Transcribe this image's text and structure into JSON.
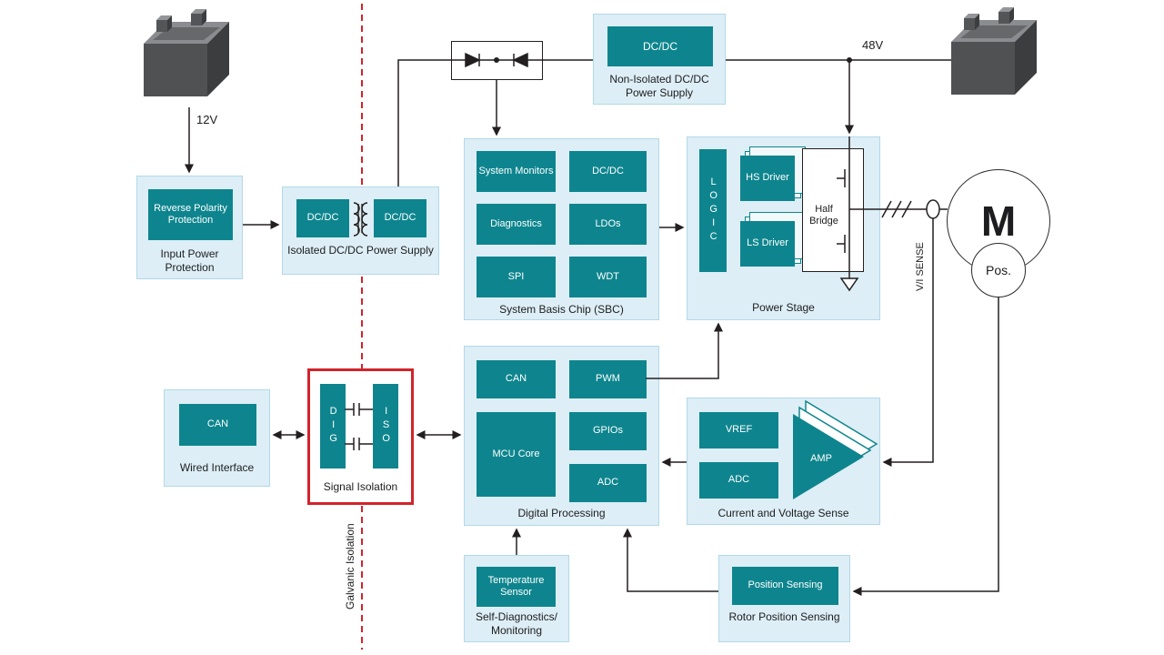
{
  "colors": {
    "teal": "#0e858e",
    "panel_bg": "#ddeef6",
    "panel_border": "#b2d9e8",
    "red": "#d2232a",
    "wire": "#231f20"
  },
  "labels": {
    "v12": "12V",
    "v48": "48V",
    "galvanic": "Galvanic Isolation",
    "vi_sense": "V/I SENSE"
  },
  "input_power": {
    "block": "Reverse Polarity Protection",
    "caption": "Input Power Protection"
  },
  "isolated": {
    "block1": "DC/DC",
    "block2": "DC/DC",
    "caption": "Isolated DC/DC Power Supply"
  },
  "non_isolated": {
    "block": "DC/DC",
    "caption": "Non-Isolated DC/DC Power Supply"
  },
  "sbc": {
    "caption": "System Basis Chip (SBC)",
    "blocks": [
      "System Monitors",
      "DC/DC",
      "Diagnostics",
      "LDOs",
      "SPI",
      "WDT"
    ]
  },
  "power_stage": {
    "caption": "Power Stage",
    "logic": "LOGIC",
    "hs": "HS Driver",
    "ls": "LS Driver",
    "half_bridge": "Half Bridge"
  },
  "digital": {
    "caption": "Digital Processing",
    "can": "CAN",
    "pwm": "PWM",
    "mcu": "MCU Core",
    "gpios": "GPIOs",
    "adc": "ADC"
  },
  "wired": {
    "block": "CAN",
    "caption": "Wired Interface"
  },
  "signal_isolation": {
    "dig": "DIG",
    "iso": "ISO",
    "caption": "Signal Isolation"
  },
  "cvs": {
    "caption": "Current and Voltage Sense",
    "vref": "VREF",
    "adc": "ADC",
    "amp": "AMP"
  },
  "self_diag": {
    "block": "Temperature Sensor",
    "caption": "Self-Diagnostics/ Monitoring"
  },
  "rotor": {
    "block": "Position Sensing",
    "caption": "Rotor Position Sensing"
  },
  "motor": {
    "m": "M",
    "pos": "Pos."
  }
}
